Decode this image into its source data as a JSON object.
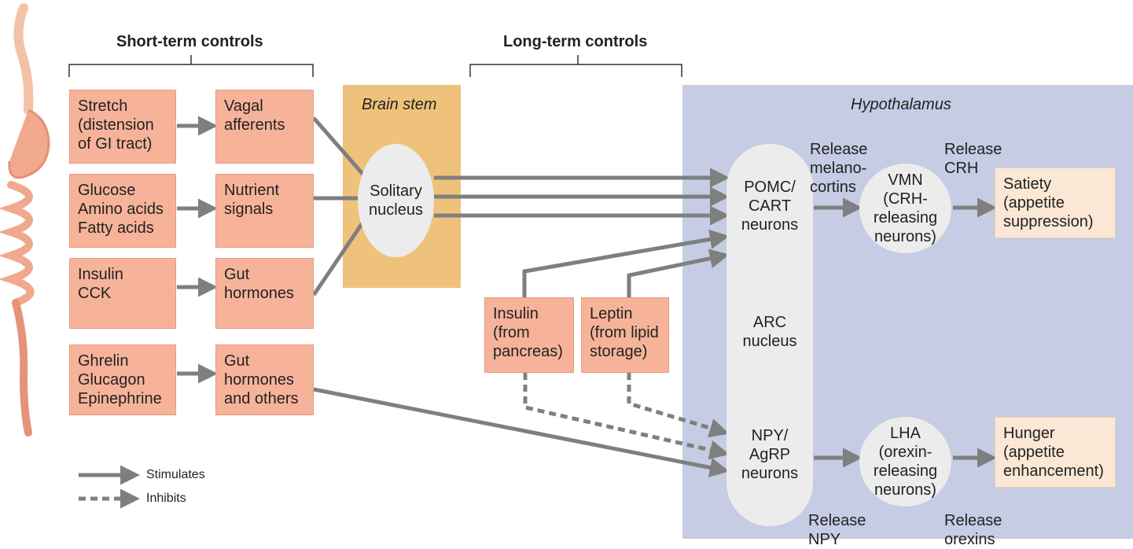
{
  "headings": {
    "short_term": "Short-term controls",
    "long_term": "Long-term controls"
  },
  "regions": {
    "brain_stem": "Brain stem",
    "hypothalamus": "Hypothalamus"
  },
  "inputs": {
    "stretch": "Stretch\n(distension\nof GI tract)",
    "nutrients": "Glucose\nAmino acids\nFatty acids",
    "insulin_cck": "Insulin\nCCK",
    "ghrelin": "Ghrelin\nGlucagon\nEpinephrine"
  },
  "signals": {
    "vagal": "Vagal\nafferents",
    "nutrient": "Nutrient\nsignals",
    "gut": "Gut\nhormones",
    "gut_others": "Gut\nhormones\nand others"
  },
  "long_term_inputs": {
    "insulin": "Insulin\n(from\npancreas)",
    "leptin": "Leptin\n(from lipid\nstorage)"
  },
  "nodes": {
    "solitary": "Solitary\nnucleus",
    "pomc": "POMC/\nCART\nneurons",
    "arc": "ARC\nnucleus",
    "npy": "NPY/\nAgRP\nneurons",
    "vmn": "VMN\n(CRH-\nreleasing\nneurons)",
    "lha": "LHA\n(orexin-\nreleasing\nneurons)"
  },
  "releases": {
    "melanocortins": "Release\nmelano-\ncortins",
    "crh": "Release\nCRH",
    "npy": "Release\nNPY",
    "orexins": "Release\norexins"
  },
  "outputs": {
    "satiety": "Satiety\n(appetite\nsuppression)",
    "hunger": "Hunger\n(appetite\nenhancement)"
  },
  "legend": {
    "stimulates": "Stimulates",
    "inhibits": "Inhibits"
  },
  "colors": {
    "input_box": "#f6b39a",
    "output_box": "#fbe7d5",
    "brain_stem": "#efc27b",
    "hypothalamus": "#c5cce3",
    "node": "#ececec",
    "arrow": "#7f7f7f"
  }
}
